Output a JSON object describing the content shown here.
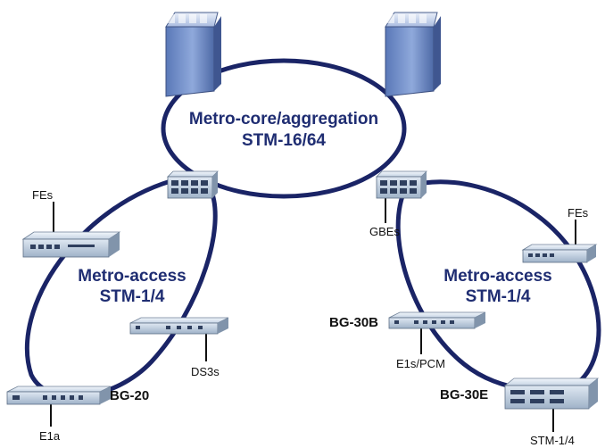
{
  "core_ring": {
    "line1": "Metro-core/aggregation",
    "line2": "STM-16/64"
  },
  "access_ring_left": {
    "line1": "Metro-access",
    "line2": "STM-1/4"
  },
  "access_ring_right": {
    "line1": "Metro-access",
    "line2": "STM-1/4"
  },
  "port_labels": {
    "fes_left": "FEs",
    "fes_right": "FEs",
    "gbes": "GBEs",
    "ds3s": "DS3s",
    "e1a": "E1a",
    "e1s_pcm": "E1s/PCM",
    "stm_1_4": "STM-1/4"
  },
  "device_names": {
    "bg20": "BG-20",
    "bg30b": "BG-30B",
    "bg30e": "BG-30E"
  },
  "colors": {
    "ring": "#1a2466",
    "title_text": "#1f2d72",
    "core_router": "#6f8fc9",
    "device_body": "#c9d6e6"
  }
}
